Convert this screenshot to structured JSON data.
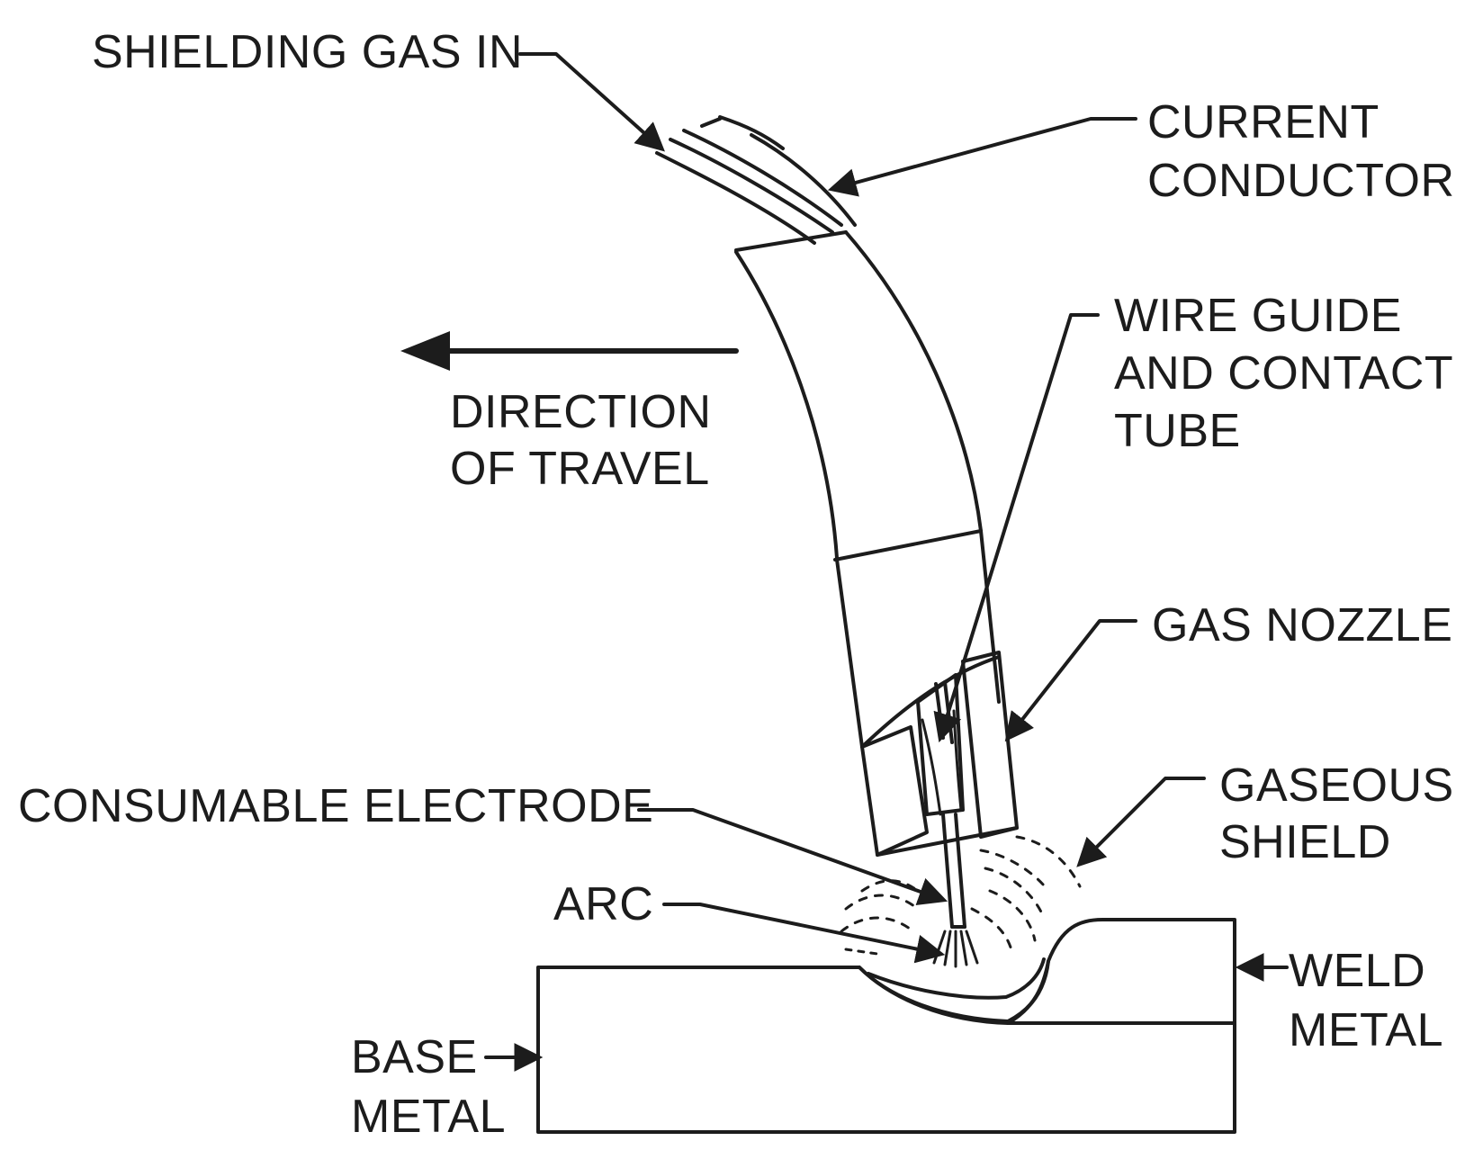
{
  "labels": {
    "shielding_gas_in": "SHIELDING GAS IN",
    "current_conductor_1": "CURRENT",
    "current_conductor_2": "CONDUCTOR",
    "wire_guide_1": "WIRE GUIDE",
    "wire_guide_2": "AND CONTACT",
    "wire_guide_3": "TUBE",
    "direction_1": "DIRECTION",
    "direction_2": "OF TRAVEL",
    "gas_nozzle": "GAS NOZZLE",
    "consumable_electrode": "CONSUMABLE ELECTRODE",
    "gaseous_shield_1": "GASEOUS",
    "gaseous_shield_2": "SHIELD",
    "arc": "ARC",
    "weld_metal_1": "WELD",
    "weld_metal_2": "METAL",
    "base_metal_1": "BASE",
    "base_metal_2": "METAL"
  },
  "colors": {
    "ink": "#1c1c1c",
    "background": "#ffffff"
  }
}
